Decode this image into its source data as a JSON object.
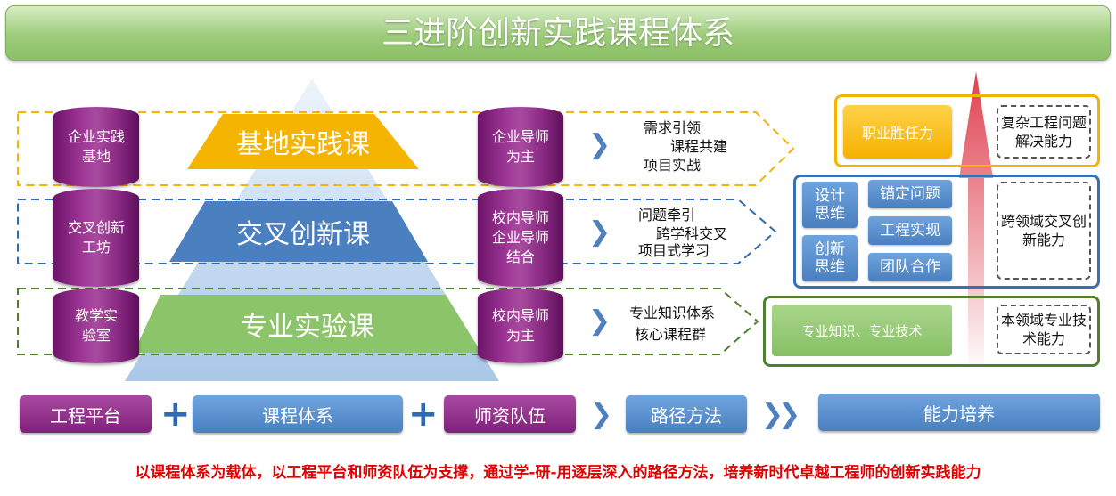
{
  "title": "三进阶创新实践课程体系",
  "rows": [
    {
      "left_cyl": "企业实践基地",
      "course": "基地实践课",
      "right_cyl": "企业导师为主",
      "desc": [
        "需求引领",
        "课程共建",
        "项目实战"
      ],
      "color": "#f5b400"
    },
    {
      "left_cyl": "交叉创新工坊",
      "course": "交叉创新课",
      "right_cyl": "校内导师企业导师结合",
      "desc": [
        "问题牵引",
        "跨学科交叉",
        "项目式学习"
      ],
      "color": "#4a7fc0"
    },
    {
      "left_cyl": "教学实验室",
      "course": "专业实验课",
      "right_cyl": "校内导师为主",
      "desc": [
        "专业知识体系",
        "核心课程群"
      ],
      "color": "#8cc46a"
    }
  ],
  "abilities": {
    "top": {
      "main": "职业胜任力",
      "side": "复杂工程问题解决能力"
    },
    "mid": {
      "think1": "设计思维",
      "think2": "创新思维",
      "items": [
        "锚定问题",
        "工程实现",
        "团队合作"
      ],
      "side": "跨领域交叉创新能力"
    },
    "bottom": {
      "main": "专业知识、专业技术",
      "side": "本领域专业技术能力"
    }
  },
  "bottom_bar": {
    "platform": "工程平台",
    "curriculum": "课程体系",
    "faculty": "师资队伍",
    "path": "路径方法",
    "ability": "能力培养",
    "plus": "+",
    "chevron": "❯",
    "chevron2": "❯❯"
  },
  "footer": "以课程体系为载体，以工程平台和师资队伍为支撑，通过学-研-用逐层深入的路径方法，培养新时代卓越工程师的创新实践能力"
}
